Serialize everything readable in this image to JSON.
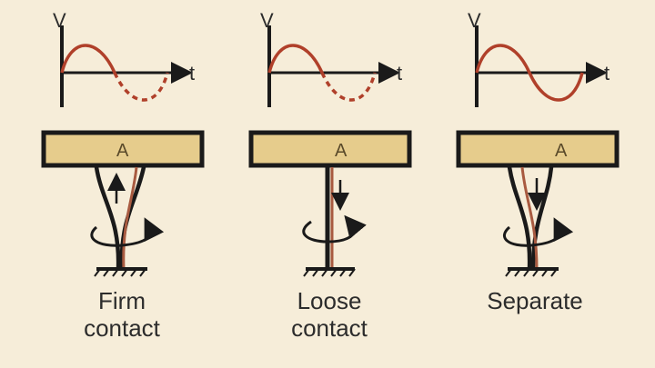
{
  "colors": {
    "background": "#f6edd9",
    "plate_fill": "#e6cc8c",
    "stroke": "#1a1a1a",
    "wave": "#b0402a",
    "wire_red": "#a85a40"
  },
  "panels": [
    {
      "id": "firm",
      "wave_label_y": "V",
      "wave_label_x": "t",
      "plate_label": "A",
      "caption_lines": [
        "Firm",
        "contact"
      ],
      "arrow_direction": "up"
    },
    {
      "id": "loose",
      "wave_label_y": "V",
      "wave_label_x": "t",
      "plate_label": "A",
      "caption_lines": [
        "Loose",
        "contact"
      ],
      "arrow_direction": "down"
    },
    {
      "id": "separate",
      "wave_label_y": "V",
      "wave_label_x": "t",
      "plate_label": "A",
      "caption_lines": [
        "Separate"
      ],
      "arrow_direction": "down"
    }
  ]
}
